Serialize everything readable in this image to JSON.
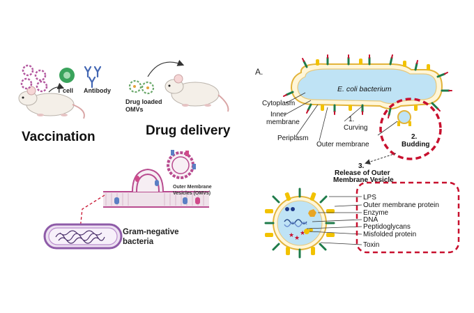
{
  "left_panel": {
    "vaccination_label": "Vaccination",
    "tcell_label": "T cell",
    "antibody_label": "Antibody",
    "drug_loaded_label": "Drug loaded\nOMVs",
    "drug_delivery_label": "Drug delivery",
    "omv_label": "Outer Membrane\nVesicles (OMVs)",
    "bacteria_label": "Gram-negative\nbacteria"
  },
  "right_panel": {
    "panel_letter": "A.",
    "ecoli_label": "E. coli bacterium",
    "cytoplasm_label": "Cytoplasm",
    "inner_membrane_label": "Inner\nmembrane",
    "periplasm_label": "Periplasm",
    "outer_membrane_label": "Outer membrane",
    "curving_label": "1.\nCurving",
    "budding_label": "2.\nBudding",
    "release_label": "3.\nRelease of Outer\nMembrane Vesicle",
    "components": [
      "LPS",
      "Outer membrane protein",
      "Enzyme",
      "DNA",
      "Peptidoglycans",
      "Misfolded protein",
      "Toxin"
    ]
  },
  "colors": {
    "accent_red": "#c8102e",
    "cytoplasm_blue": "#bfe3f5",
    "membrane_yellow": "#f2c200",
    "lps_green": "#1e7b4a",
    "bacteria_purple": "#8e5ba8"
  }
}
